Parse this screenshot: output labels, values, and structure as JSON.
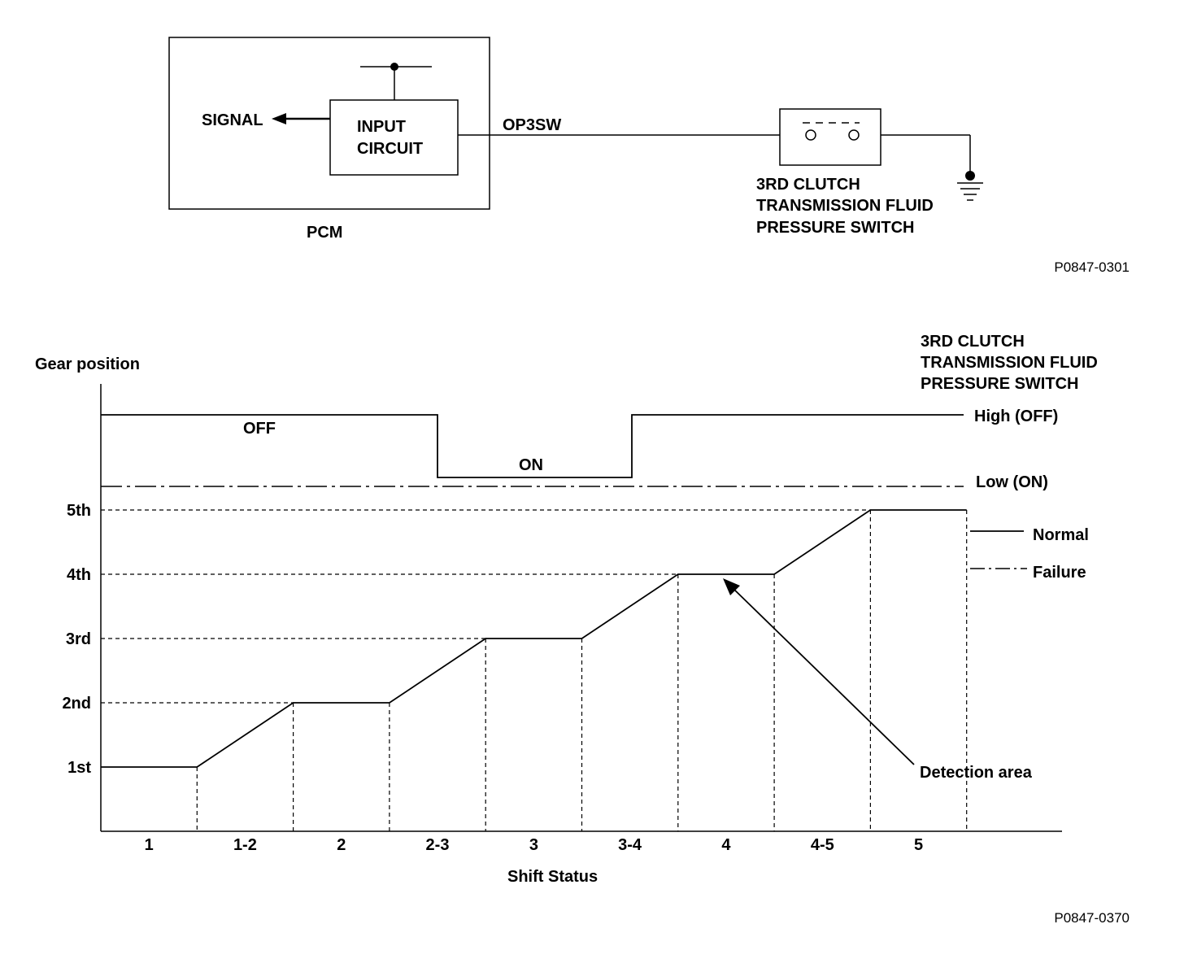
{
  "circuit": {
    "pcm_label": "PCM",
    "signal_label": "SIGNAL",
    "input_circuit": [
      "INPUT",
      "CIRCUIT"
    ],
    "wire_label": "OP3SW",
    "switch_label": [
      "3RD CLUTCH",
      "TRANSMISSION FLUID",
      "PRESSURE SWITCH"
    ],
    "figure_ref": "P0847-0301"
  },
  "chart": {
    "figure_ref": "P0847-0370",
    "switch_title": [
      "3RD CLUTCH",
      "TRANSMISSION FLUID",
      "PRESSURE SWITCH"
    ],
    "off_label": "OFF",
    "on_label": "ON",
    "high_label": "High (OFF)",
    "low_label": "Low (ON)",
    "legend_normal": "Normal",
    "legend_failure": "Failure",
    "detection_label": "Detection area"
  },
  "colors": {
    "line": "#000000",
    "background": "#ffffff"
  },
  "chart_data": {
    "type": "line",
    "xlabel": "Shift Status",
    "ylabel": "Gear position",
    "categories": [
      "1",
      "1-2",
      "2",
      "2-3",
      "3",
      "3-4",
      "4",
      "4-5",
      "5"
    ],
    "y_levels": [
      "1st",
      "2nd",
      "3rd",
      "4th",
      "5th"
    ],
    "series": [
      {
        "name": "Normal",
        "values": [
          1,
          1,
          2,
          2,
          3,
          3,
          4,
          4,
          5,
          5
        ]
      }
    ],
    "switch_signal": [
      "OFF",
      "OFF",
      "OFF",
      "ON",
      "ON",
      "OFF",
      "OFF",
      "OFF",
      "OFF"
    ],
    "grid": false,
    "legend": "right"
  }
}
